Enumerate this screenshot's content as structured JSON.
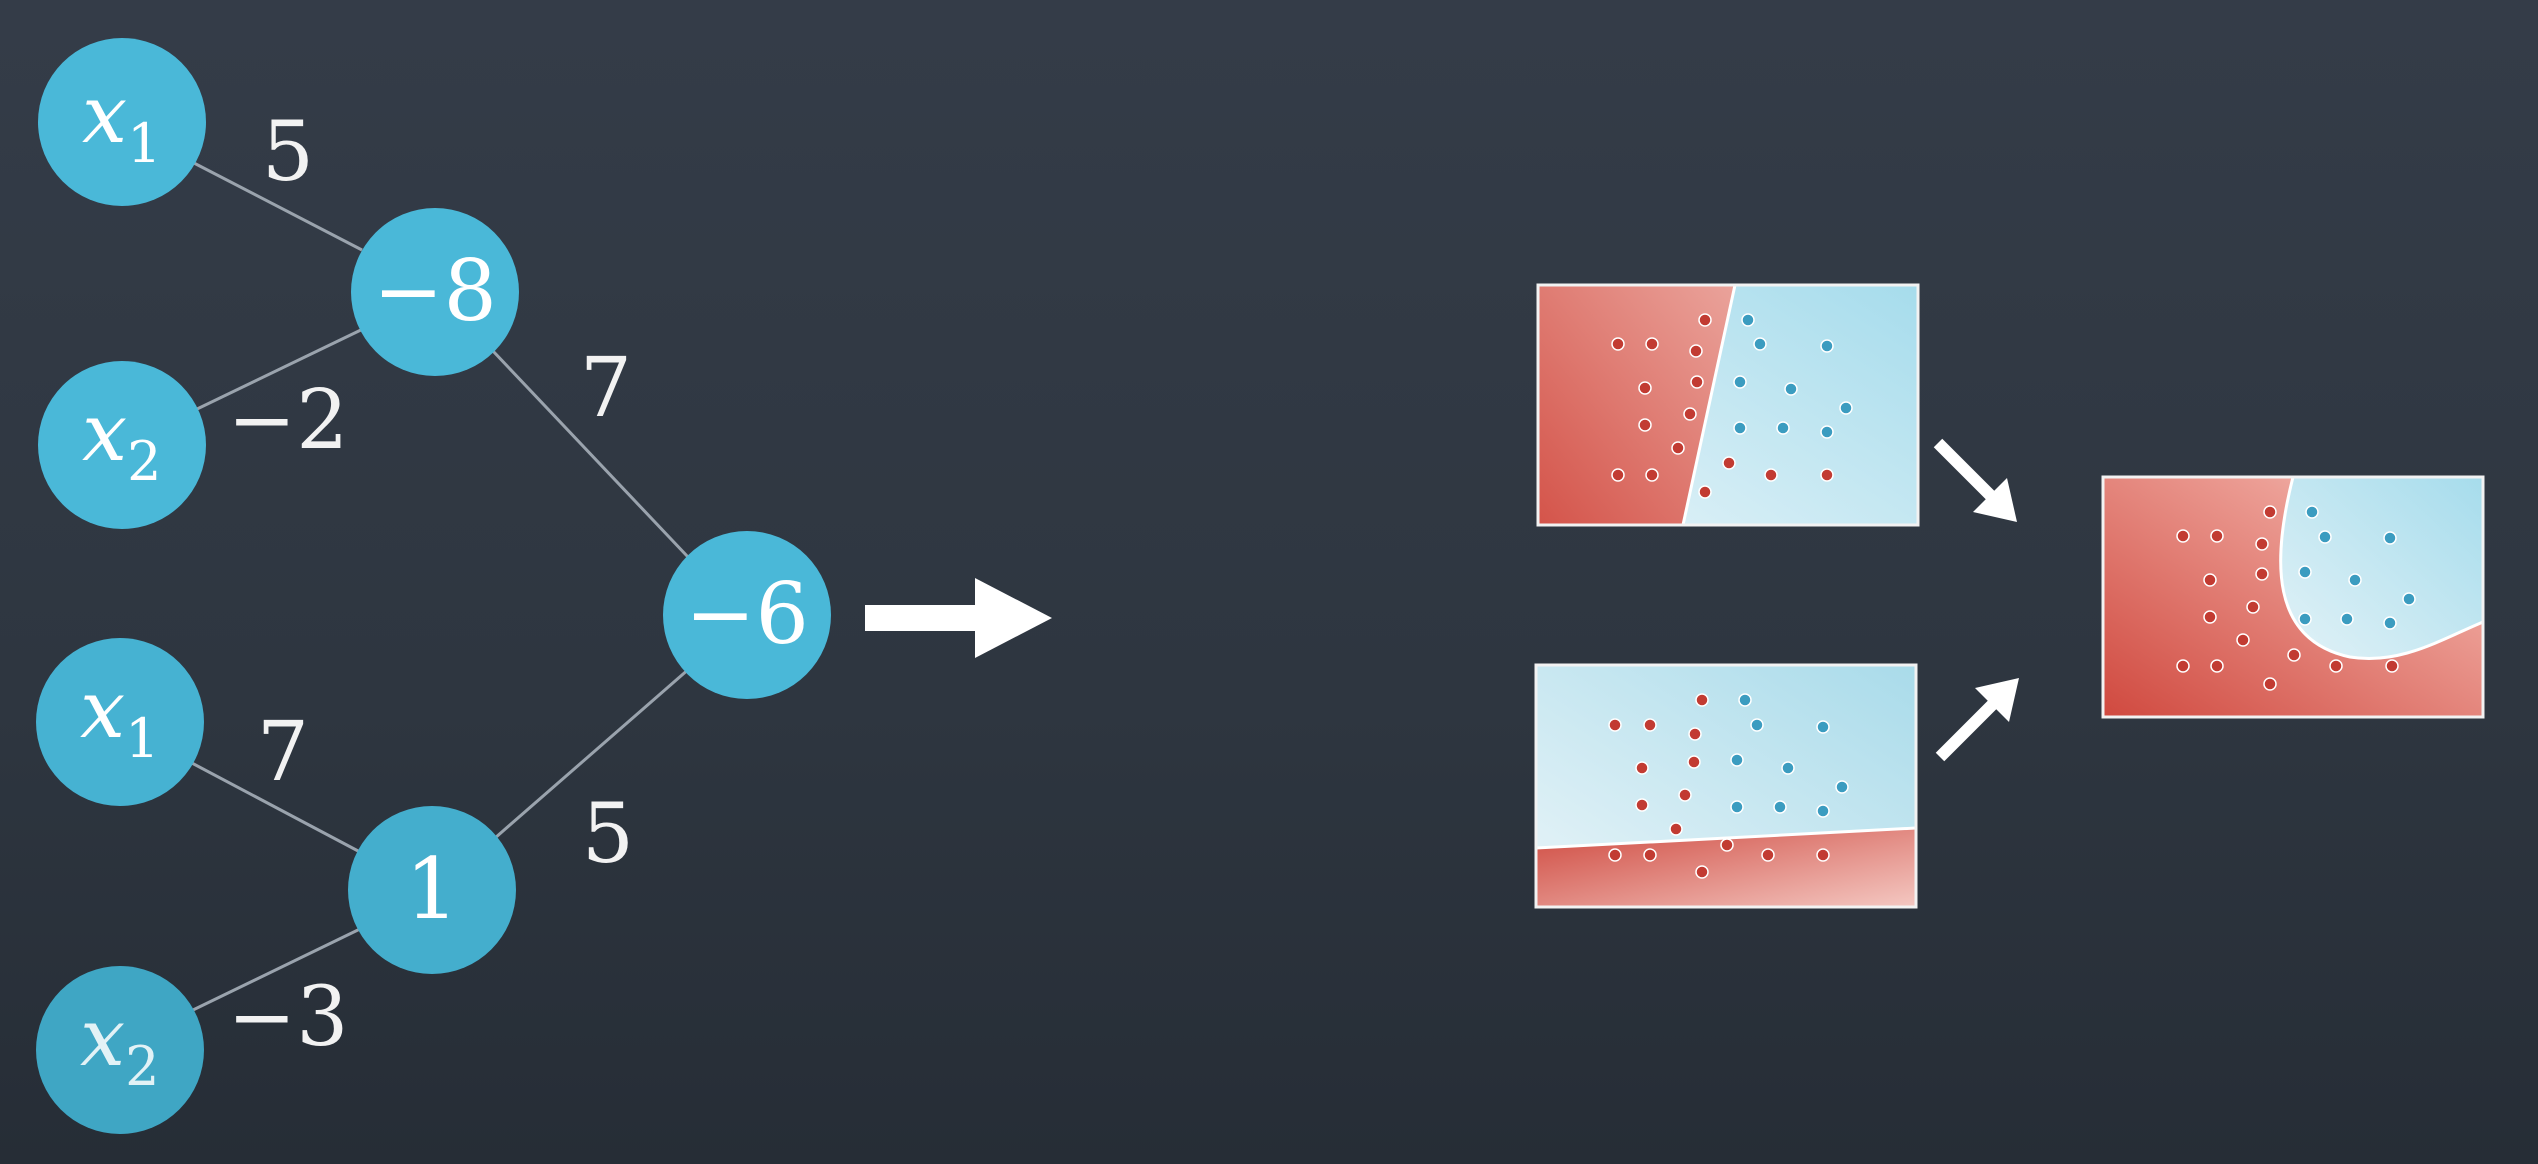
{
  "network": {
    "inputs": [
      {
        "var": "x",
        "sub": "1"
      },
      {
        "var": "x",
        "sub": "2"
      },
      {
        "var": "x",
        "sub": "1"
      },
      {
        "var": "x",
        "sub": "2"
      }
    ],
    "hidden": [
      "−8",
      "1"
    ],
    "output": "−6",
    "weights": {
      "w_x1_h1": "5",
      "w_x2_h1": "−2",
      "w_x1_h2": "7",
      "w_x2_h2": "−3",
      "w_h1_out": "7",
      "w_h2_out": "5"
    }
  },
  "colors": {
    "node_fill": "#4ab8d8",
    "edge": "#9aa3ad",
    "arrow": "#ffffff",
    "red_region": "#d9594f",
    "blue_region": "#aee0ee",
    "red_point": "#c23b32",
    "blue_point": "#3b9cc0"
  },
  "icons": [
    "right-arrow-icon",
    "down-right-arrow-icon",
    "up-right-arrow-icon"
  ]
}
